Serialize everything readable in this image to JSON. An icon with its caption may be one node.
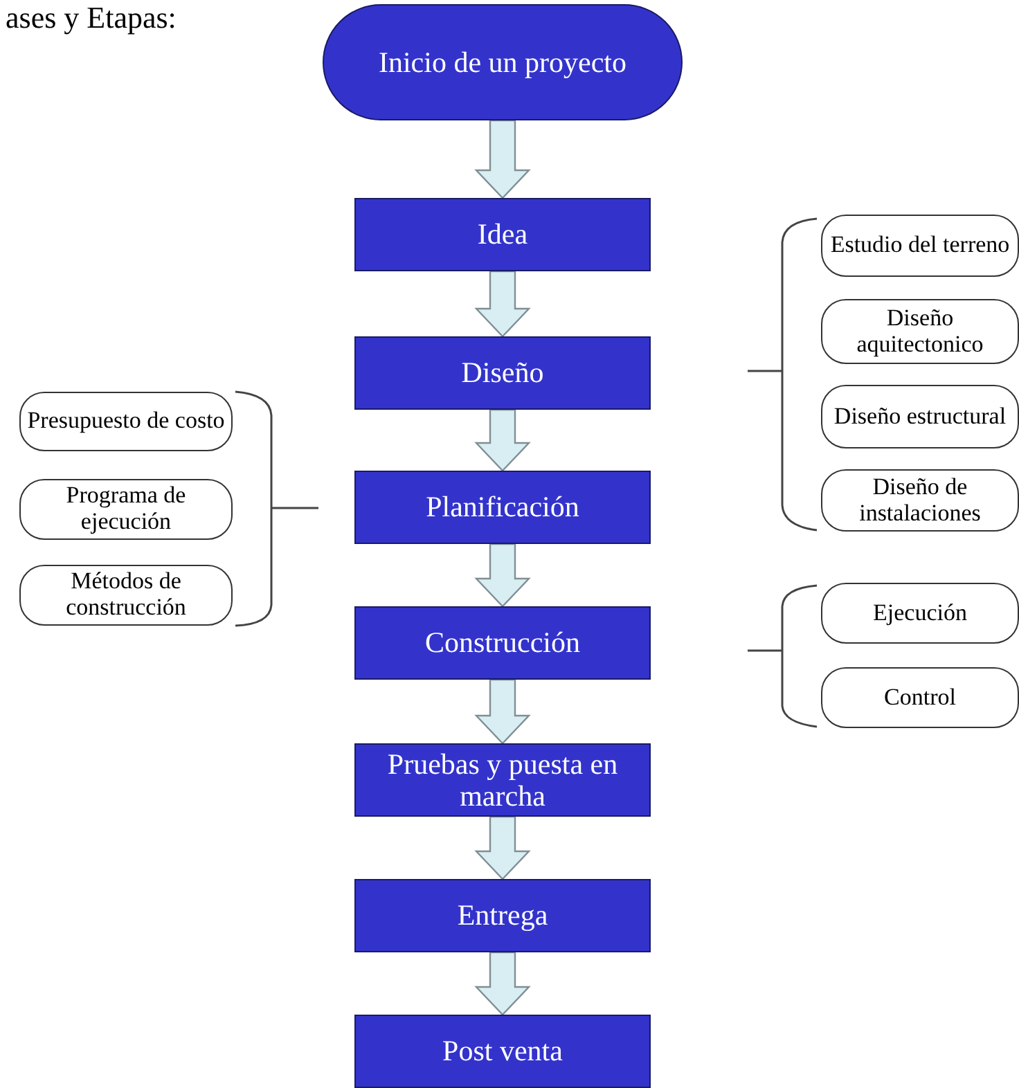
{
  "diagram": {
    "nodes": [
      {
        "text": [
          "Inicio de un proyecto"
        ]
      },
      {
        "text": [
          "Idea"
        ]
      },
      {
        "text": [
          "Diseño"
        ]
      },
      {
        "text": [
          "Planificación"
        ]
      },
      {
        "text": [
          "Construcción"
        ]
      },
      {
        "text": [
          "Pruebas y puesta en marcha"
        ]
      },
      {
        "text": [
          "Entrega"
        ]
      },
      {
        "text": [
          "Post venta"
        ]
      },
      {
        "text": [
          "Estudio del terreno"
        ]
      },
      {
        "text": [
          "Diseño aquitectonico"
        ]
      },
      {
        "text": [
          "Diseño estructural"
        ]
      },
      {
        "text": [
          "Diseño de instalaciones"
        ]
      },
      {
        "text": [
          "Presupuesto de costo"
        ]
      },
      {
        "text": [
          "Programa de ejecución"
        ]
      },
      {
        "text": [
          "Métodos de construcción"
        ]
      },
      {
        "text": [
          "Ejecución"
        ]
      },
      {
        "text": [
          "Control"
        ]
      }
    ],
    "edges": [
      {
        "from": 0,
        "to": 1,
        "arrow": "to"
      },
      {
        "from": 1,
        "to": 2,
        "arrow": "to"
      },
      {
        "from": 2,
        "to": 3,
        "arrow": "to"
      },
      {
        "from": 3,
        "to": 4,
        "arrow": "to"
      },
      {
        "from": 4,
        "to": 5,
        "arrow": "to"
      },
      {
        "from": 5,
        "to": 6,
        "arrow": "to"
      },
      {
        "from": 6,
        "to": 7,
        "arrow": "to"
      }
    ],
    "labels": [
      "ases y Etapas:"
    ]
  }
}
